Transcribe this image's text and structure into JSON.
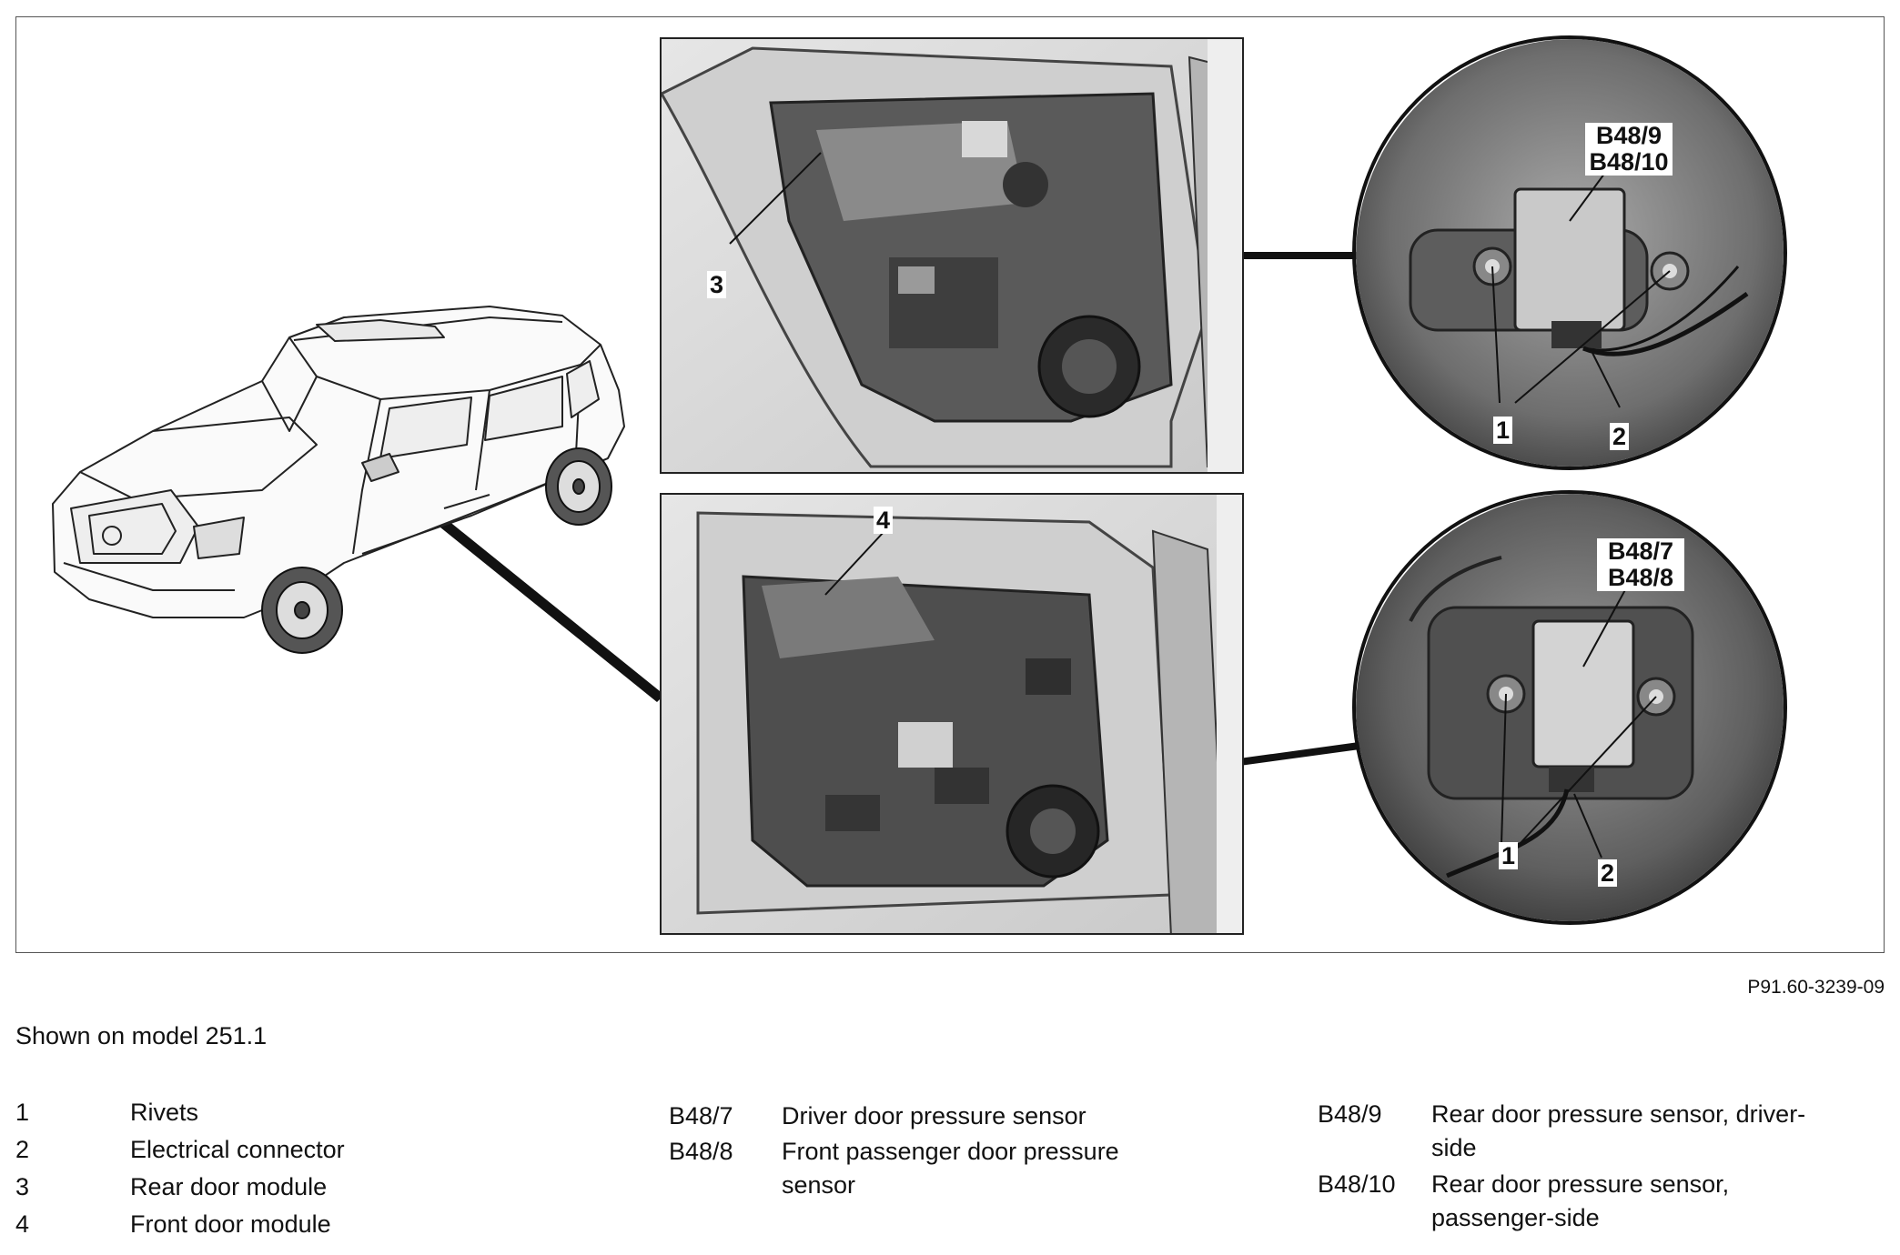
{
  "figure": {
    "id_label": "P91.60-3239-09",
    "rear_door_callout": "3",
    "front_door_callout": "4",
    "rear_sensor_codes": [
      "B48/9",
      "B48/10"
    ],
    "front_sensor_codes": [
      "B48/7",
      "B48/8"
    ],
    "rivets_callout": "1",
    "connector_callout": "2"
  },
  "caption": "Shown on model 251.1",
  "legend": {
    "col1": [
      {
        "key": "1",
        "text": "Rivets"
      },
      {
        "key": "2",
        "text": "Electrical connector"
      },
      {
        "key": "3",
        "text": "Rear door module"
      },
      {
        "key": "4",
        "text": "Front door module"
      }
    ],
    "col2": [
      {
        "key": "B48/7",
        "text": "Driver door pressure sensor"
      },
      {
        "key": "B48/8",
        "text": "Front passenger door pressure sensor"
      }
    ],
    "col3": [
      {
        "key": "B48/9",
        "text": "Rear door pressure sensor, driver-side"
      },
      {
        "key": "B48/10",
        "text": "Rear door pressure sensor, passenger-side"
      }
    ]
  }
}
